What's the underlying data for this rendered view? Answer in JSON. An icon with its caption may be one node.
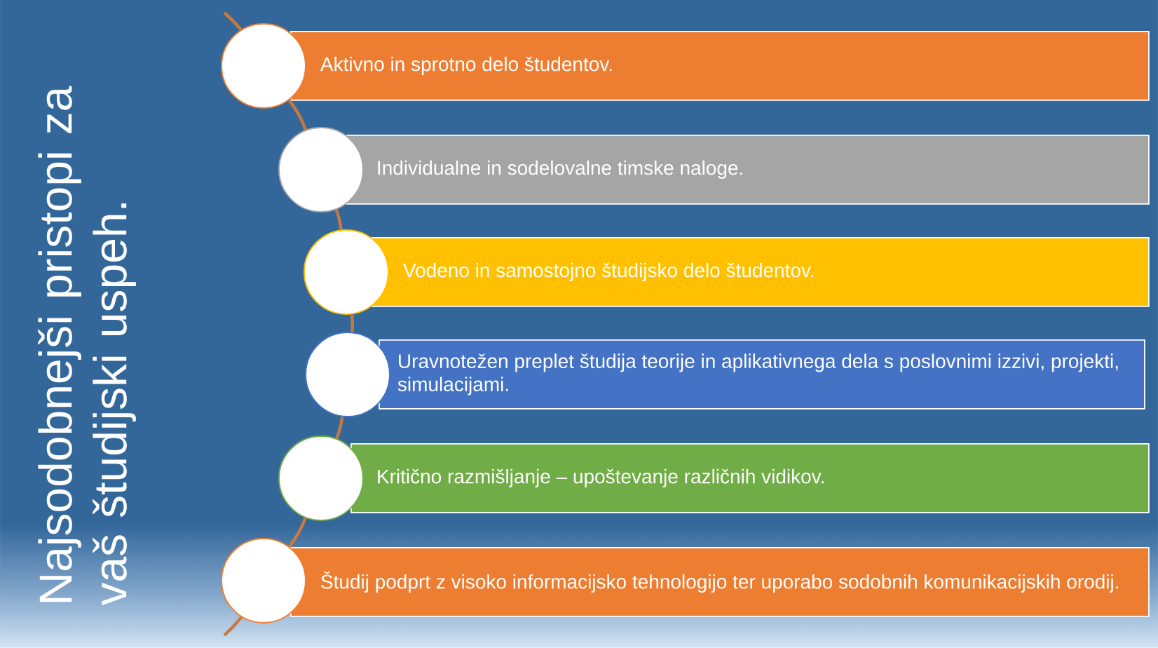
{
  "diagram": {
    "title": "Najsodobnejši pristopi za vaš študijski uspeh.",
    "nodes": [
      {
        "text": [
          "Aktivno in sprotno delo študentov."
        ]
      },
      {
        "text": [
          "Individualne in sodelovalne timske naloge."
        ]
      },
      {
        "text": [
          "Vodeno in samostojno študijsko delo študentov."
        ]
      },
      {
        "text": [
          "Uravnotežen preplet študija teorije in aplikativnega dela s poslovnimi izzivi, projekti, simulacijami."
        ]
      },
      {
        "text": [
          "Kritično razmišljanje – upoštevanje različnih vidikov."
        ]
      },
      {
        "text": [
          "Študij podprt z visoko informacijsko tehnologijo ter uporabo sodobnih komunikacijskih orodij."
        ]
      },
      {
        "text": [],
        "shape": "circle"
      },
      {
        "text": [],
        "shape": "circle"
      },
      {
        "text": [],
        "shape": "circle"
      },
      {
        "text": [],
        "shape": "circle"
      },
      {
        "text": [],
        "shape": "circle"
      },
      {
        "text": [],
        "shape": "circle"
      }
    ],
    "edges": [
      {
        "from": null,
        "to": 6,
        "arrow": "none"
      },
      {
        "from": 6,
        "to": 7,
        "arrow": "none"
      },
      {
        "from": 7,
        "to": 8,
        "arrow": "none"
      },
      {
        "from": 8,
        "to": 9,
        "arrow": "none"
      },
      {
        "from": 9,
        "to": 10,
        "arrow": "none"
      },
      {
        "from": 10,
        "to": 11,
        "arrow": "none"
      },
      {
        "from": 11,
        "to": null,
        "arrow": "none"
      }
    ]
  }
}
